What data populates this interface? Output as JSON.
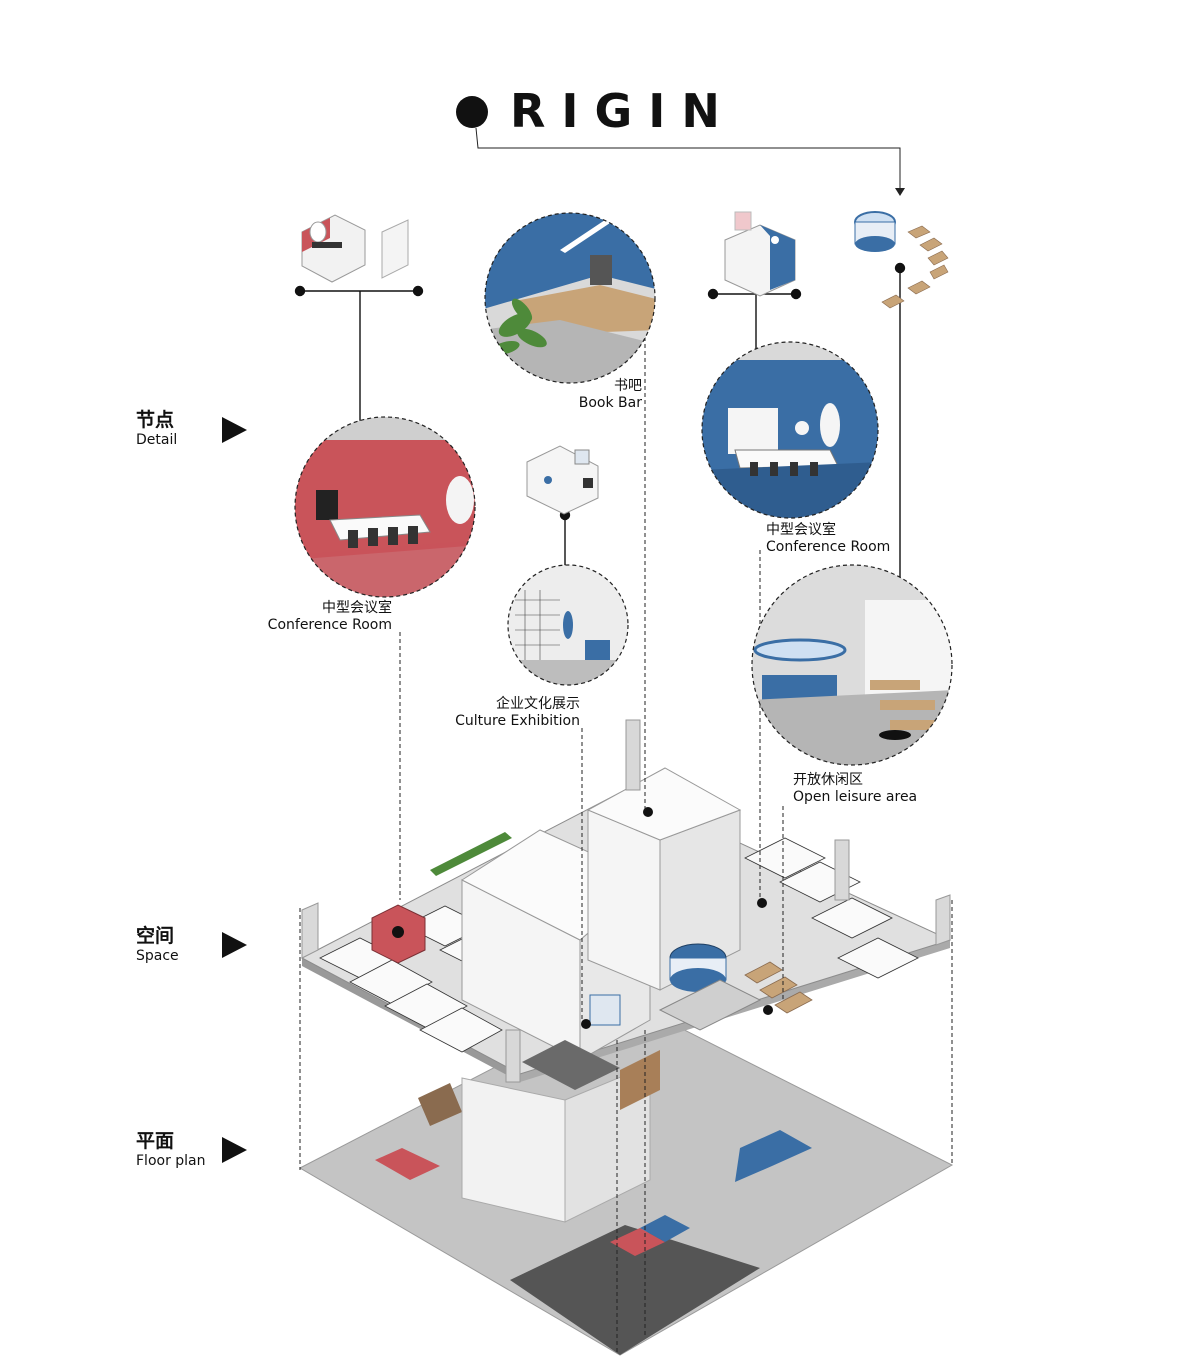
{
  "title": {
    "text": "RIGIN"
  },
  "side_labels": [
    {
      "zh": "节点",
      "en": "Detail"
    },
    {
      "zh": "空间",
      "en": "Space"
    },
    {
      "zh": "平面",
      "en": "Floor plan"
    }
  ],
  "captions": [
    {
      "zh": "书吧",
      "en": "Book Bar"
    },
    {
      "zh": "中型会议室",
      "en": "Conference Room"
    },
    {
      "zh": "中型会议室",
      "en": "Conference Room"
    },
    {
      "zh": "企业文化展示",
      "en": "Culture Exhibition"
    },
    {
      "zh": "开放休闲区",
      "en": "Open leisure area"
    }
  ],
  "colors": {
    "red": "#c9545a",
    "blue": "#3a6ea5",
    "gray": "#b9b9b9",
    "white_block": "#f4f4f4",
    "wood": "#c8a478",
    "green": "#4e8a3a"
  }
}
